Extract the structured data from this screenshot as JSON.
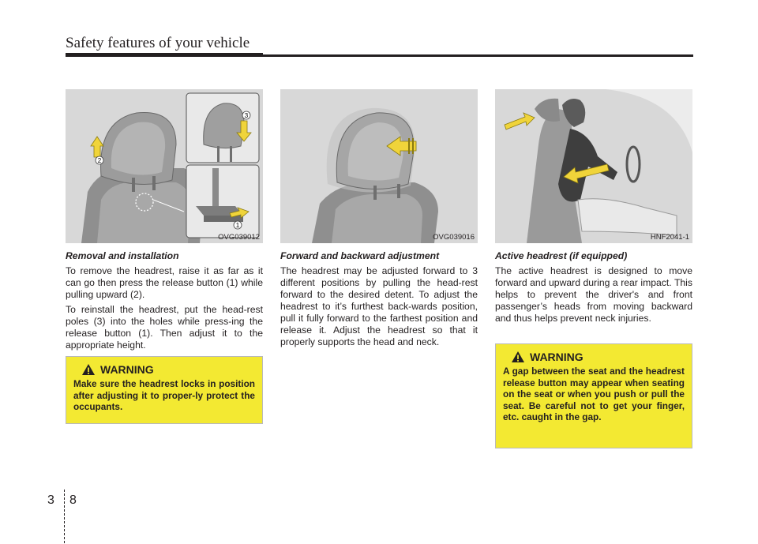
{
  "header": {
    "title": "Safety features of your vehicle"
  },
  "figures": [
    {
      "code": "OVG039012",
      "callouts": [
        "1",
        "2",
        "3"
      ]
    },
    {
      "code": "OVG039016"
    },
    {
      "code": "HNF2041-1"
    }
  ],
  "columns": [
    {
      "heading": "Removal and installation",
      "paragraphs": [
        "To remove the headrest, raise it as far as it can go then press the release button (1) while pulling upward (2).",
        "To reinstall the headrest, put the head-rest poles (3) into the holes while press-ing the release button (1). Then adjust it to the appropriate height."
      ],
      "warning": {
        "title": "WARNING",
        "text": "Make sure the headrest locks in position after adjusting it to proper-ly protect the occupants."
      }
    },
    {
      "heading": "Forward and backward adjustment",
      "paragraphs": [
        "The headrest may be adjusted forward to 3 different positions by pulling the head-rest forward to the desired detent. To adjust the headrest to it’s furthest back-wards position, pull it fully forward to the farthest position and release it. Adjust the headrest so that it properly supports the head and neck."
      ]
    },
    {
      "heading": "Active headrest (if equipped)",
      "paragraphs": [
        "The active headrest is designed to move forward and upward during a rear impact. This helps to prevent the driver's and front passenger’s heads from moving backward and thus helps prevent neck injuries."
      ],
      "warning": {
        "title": "WARNING",
        "text": "A gap between the seat and the headrest release button may appear when seating on the seat or when you push or pull the seat. Be careful not to get your finger, etc. caught in the gap."
      }
    }
  ],
  "footer": {
    "chapter": "3",
    "page": "8"
  },
  "colors": {
    "warning_bg": "#f3e932",
    "arrow": "#f0d43a",
    "figure_bg": "#dcdcdc"
  }
}
